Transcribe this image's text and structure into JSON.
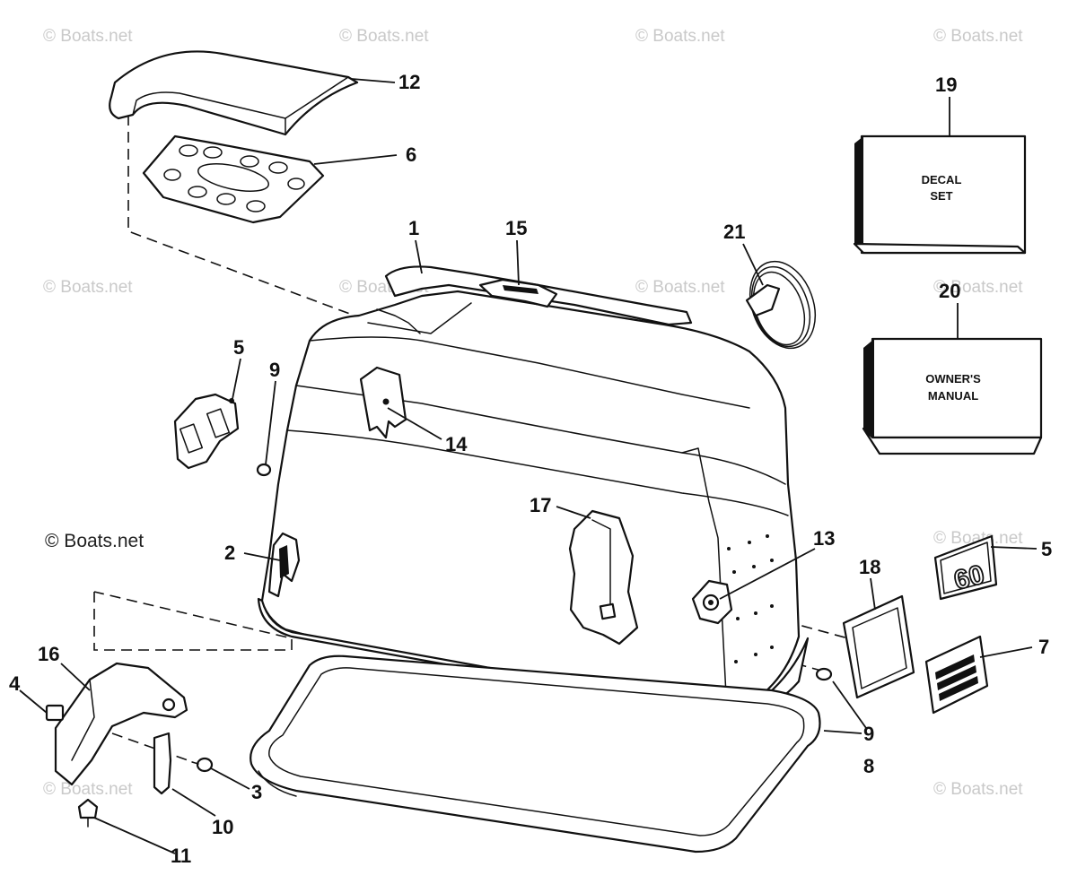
{
  "watermark": {
    "text": "© Boats.net",
    "prominent_text": "© Boats.net"
  },
  "callouts": {
    "c1": "1",
    "c2": "2",
    "c3": "3",
    "c4": "4",
    "c5a": "5",
    "c5b": "5",
    "c6": "6",
    "c7": "7",
    "c8": "8",
    "c9a": "9",
    "c9b": "9",
    "c10": "10",
    "c11": "11",
    "c12": "12",
    "c13": "13",
    "c14": "14",
    "c15": "15",
    "c16": "16",
    "c17": "17",
    "c18": "18",
    "c19": "19",
    "c20": "20",
    "c21": "21"
  },
  "boxes": {
    "decal_line1": "DECAL",
    "decal_line2": "SET",
    "manual_line1": "OWNER'S",
    "manual_line2": "MANUAL"
  },
  "badge": {
    "number": "60"
  }
}
